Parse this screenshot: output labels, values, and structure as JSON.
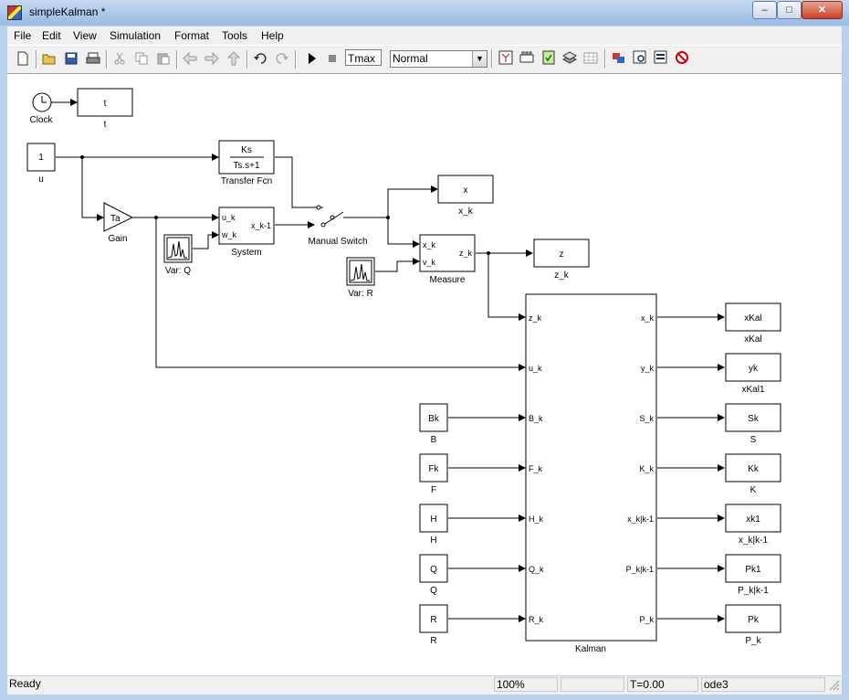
{
  "window": {
    "title": "simpleKalman *",
    "minimize": "–",
    "maximize": "□",
    "close": "✕"
  },
  "menu": [
    "File",
    "Edit",
    "View",
    "Simulation",
    "Format",
    "Tools",
    "Help"
  ],
  "toolbar": {
    "stop_time": "Tmax",
    "sim_mode": "Normal",
    "sim_mode_arrow": "▼"
  },
  "blocks": {
    "clock": {
      "label": "Clock"
    },
    "t": {
      "value": "t",
      "label": "t"
    },
    "u": {
      "value": "1",
      "label": "u"
    },
    "tf": {
      "num": "Ks",
      "den": "Ts.s+1",
      "label": "Transfer Fcn"
    },
    "gain": {
      "value": "Ta",
      "label": "Gain"
    },
    "system": {
      "in1": "u_k",
      "in2": "w_k",
      "out": "x_k-1",
      "label": "System"
    },
    "varq": {
      "label": "Var: Q"
    },
    "switch": {
      "label": "Manual Switch"
    },
    "x": {
      "value": "x",
      "label": "x_k"
    },
    "measure": {
      "in1": "x_k",
      "in2": "v_k",
      "out": "z_k",
      "label": "Measure"
    },
    "varr": {
      "label": "Var: R"
    },
    "z": {
      "value": "z",
      "label": "z_k"
    },
    "kalman": {
      "label": "Kalman",
      "inputs": [
        "z_k",
        "u_k",
        "B_k",
        "F_k",
        "H_k",
        "Q_k",
        "R_k"
      ],
      "outputs": [
        "x_k",
        "y_k",
        "S_k",
        "K_k",
        "x_k|k-1",
        "P_k|k-1",
        "P_k"
      ]
    },
    "consts": [
      {
        "value": "Bk",
        "label": "B"
      },
      {
        "value": "Fk",
        "label": "F"
      },
      {
        "value": "H",
        "label": "H"
      },
      {
        "value": "Q",
        "label": "Q"
      },
      {
        "value": "R",
        "label": "R"
      }
    ],
    "outs": [
      {
        "value": "xKal",
        "label": "xKal"
      },
      {
        "value": "yk",
        "label": "xKal1"
      },
      {
        "value": "Sk",
        "label": "S"
      },
      {
        "value": "Kk",
        "label": "K"
      },
      {
        "value": "xk1",
        "label": "x_k|k-1"
      },
      {
        "value": "Pk1",
        "label": "P_k|k-1"
      },
      {
        "value": "Pk",
        "label": "P_k"
      }
    ]
  },
  "status": {
    "state": "Ready",
    "zoom": "100%",
    "blank": "",
    "time": "T=0.00",
    "solver": "ode3"
  }
}
